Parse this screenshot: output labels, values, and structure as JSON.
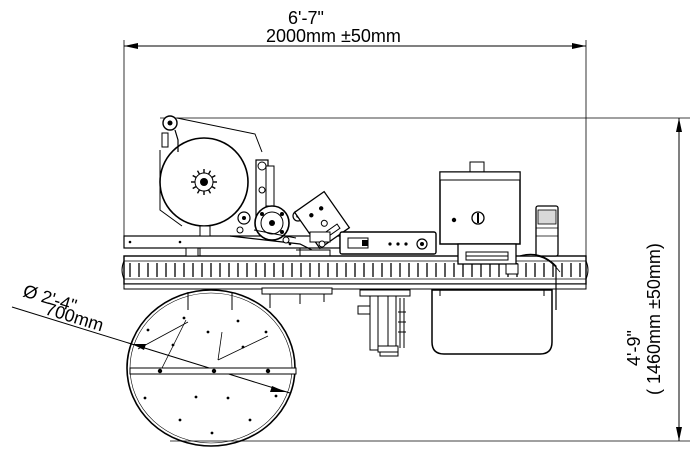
{
  "dimensions": {
    "width": {
      "imperial": "6'-7\"",
      "metric": "2000mm ±50mm"
    },
    "height": {
      "imperial": "4'-9\"",
      "metric": "( 1460mm ±50mm)"
    },
    "table_diameter": {
      "imperial": "Ø 2'-4\"",
      "metric": "700mm"
    }
  },
  "colors": {
    "line": "#000000",
    "background": "#ffffff",
    "fill_gray": "#d9d9d9"
  }
}
